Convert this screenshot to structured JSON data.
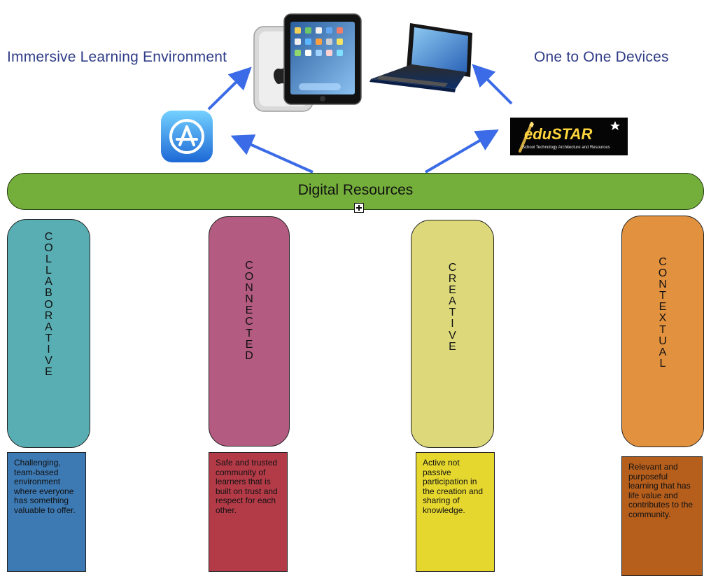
{
  "captions": {
    "left": "Immersive Learning Environment",
    "right": "One to One Devices"
  },
  "center": {
    "label": "Digital Resources"
  },
  "logos": {
    "edustar_main": "eduSTAR",
    "edustar_sub": "School Technology Architecture and Resources"
  },
  "pillars": [
    {
      "word": "COLLABORATIVE",
      "color": "#59aeb3",
      "desc_color": "#3d79b3",
      "description": "Challenging, team-based environment where everyone has something valuable to offer."
    },
    {
      "word": "CONNECTED",
      "color": "#b35b80",
      "desc_color": "#b33b48",
      "description": "Safe and trusted community of learners that is built on trust and respect for each other."
    },
    {
      "word": "CREATIVE",
      "color": "#ddd97a",
      "desc_color": "#e6d72f",
      "description": "Active not passive participation in the creation and sharing of knowledge."
    },
    {
      "word": "CONTEXTUAL",
      "color": "#e2913f",
      "desc_color": "#b65f1d",
      "description": "Relevant and purposeful learning that has life value and contributes to the community."
    }
  ],
  "colors": {
    "caption": "#2f3c87",
    "ribbon": "#74af3b",
    "arrow": "#3b6be6"
  },
  "icon_names": [
    "tablet-icon",
    "laptop-icon",
    "app-store-icon",
    "edustar-logo",
    "expand-icon"
  ]
}
